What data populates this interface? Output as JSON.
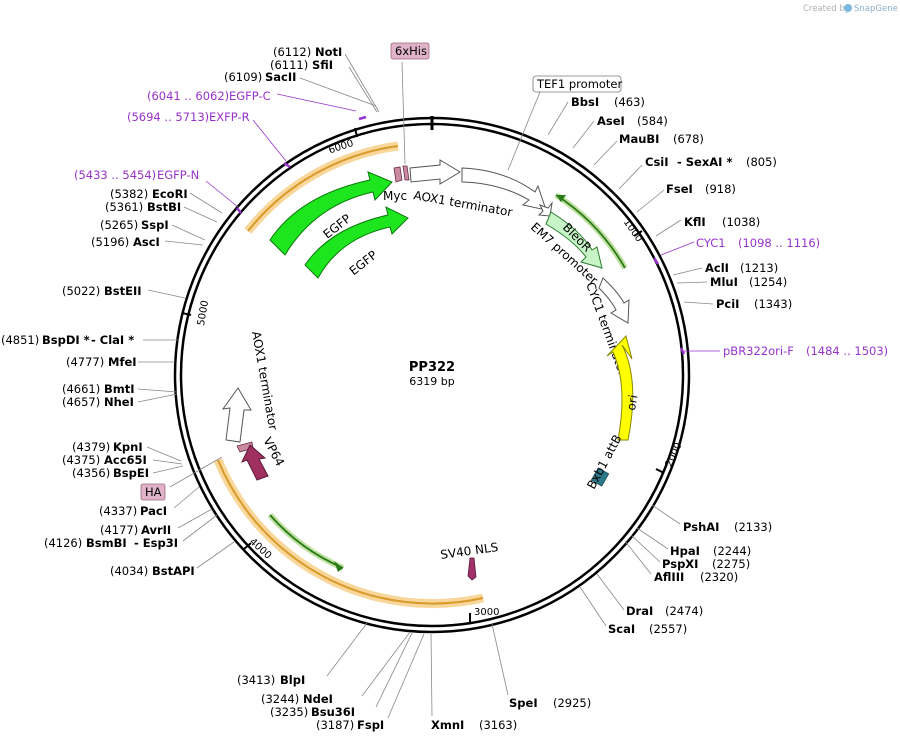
{
  "watermark": {
    "created_by": "Created by",
    "brand": "SnapGene"
  },
  "plasmid": {
    "name": "PP322",
    "size_label": "6319 bp"
  },
  "ticks": [
    "1000",
    "2000",
    "3000",
    "4000",
    "5000",
    "6000"
  ],
  "features": {
    "tef1_promoter": "TEF1 promoter",
    "his_tag": "6xHis",
    "myc": "Myc",
    "aox1_terminator_top": "AOX1 terminator",
    "em7_promoter": "EM7 promoter",
    "bleor": "BleoR",
    "cyc1_terminator": "CYC1 terminator",
    "ori": "ori",
    "bxb1": "Bxb1 attB",
    "sv40": "SV40 NLS",
    "egfp_outer": "EGFP",
    "egfp_inner": "EGFP",
    "aox1_terminator_left": "AOX1 terminator",
    "vp64": "VP64",
    "ha": "HA"
  },
  "primers": {
    "egfp_c": {
      "range": "(6041 .. 6062)",
      "name": "EGFP-C"
    },
    "exfp_r": {
      "range": "(5694 .. 5713)",
      "name": "EXFP-R"
    },
    "egfp_n": {
      "range": "(5433 .. 5454)",
      "name": "EGFP-N"
    },
    "cyc1": {
      "name": "CYC1",
      "range": "(1098 .. 1116)"
    },
    "pbr322ori_f": {
      "name": "pBR322ori-F",
      "range": "(1484 .. 1503)"
    }
  },
  "sites_right": [
    {
      "name": "BbsI",
      "pos": "(463)"
    },
    {
      "name": "AseI",
      "pos": "(584)"
    },
    {
      "name": "MauBI",
      "pos": "(678)"
    },
    {
      "name": "CsiI",
      "sep": "- SexAI *",
      "pos": "(805)"
    },
    {
      "name": "FseI",
      "pos": "(918)"
    },
    {
      "name": "KflI",
      "pos": "(1038)"
    },
    {
      "name": "AclI",
      "pos": "(1213)"
    },
    {
      "name": "MluI",
      "pos": "(1254)"
    },
    {
      "name": "PciI",
      "pos": "(1343)"
    },
    {
      "name": "PshAI",
      "pos": "(2133)"
    },
    {
      "name": "HpaI",
      "pos": "(2244)"
    },
    {
      "name": "PspXI",
      "pos": "(2275)"
    },
    {
      "name": "AflIII",
      "pos": "(2320)"
    },
    {
      "name": "DraI",
      "pos": "(2474)"
    },
    {
      "name": "ScaI",
      "pos": "(2557)"
    },
    {
      "name": "SpeI",
      "pos": "(2925)"
    }
  ],
  "sites_bottom": [
    {
      "pos": "(3413)",
      "name": "BlpI"
    },
    {
      "pos": "(3244)",
      "name": "NdeI"
    },
    {
      "pos": "(3235)",
      "name": "Bsu36I"
    },
    {
      "pos": "(3187)",
      "name": "FspI"
    },
    {
      "name": "XmnI",
      "pos": "(3163)"
    }
  ],
  "sites_left": [
    {
      "pos": "(6112)",
      "name": "NotI"
    },
    {
      "pos": "(6111)",
      "name": "SfiI"
    },
    {
      "pos": "(6109)",
      "name": "SacII"
    },
    {
      "pos": "(5382)",
      "name": "EcoRI"
    },
    {
      "pos": "(5361)",
      "name": "BstBI"
    },
    {
      "pos": "(5265)",
      "name": "SspI"
    },
    {
      "pos": "(5196)",
      "name": "AscI"
    },
    {
      "pos": "(5022)",
      "name": "BstEII"
    },
    {
      "pos": "(4851)",
      "name": "BspDI *",
      "sep": "- ClaI *"
    },
    {
      "pos": "(4777)",
      "name": "MfeI"
    },
    {
      "pos": "(4661)",
      "name": "BmtI"
    },
    {
      "pos": "(4657)",
      "name": "NheI"
    },
    {
      "pos": "(4379)",
      "name": "KpnI"
    },
    {
      "pos": "(4375)",
      "name": "Acc65I"
    },
    {
      "pos": "(4356)",
      "name": "BspEI"
    },
    {
      "pos": "(4337)",
      "name": "PacI"
    },
    {
      "pos": "(4177)",
      "name": "AvrII"
    },
    {
      "pos": "(4126)",
      "name": "BsmBI",
      "sep": "- Esp3I"
    },
    {
      "pos": "(4034)",
      "name": "BstAPI"
    }
  ]
}
